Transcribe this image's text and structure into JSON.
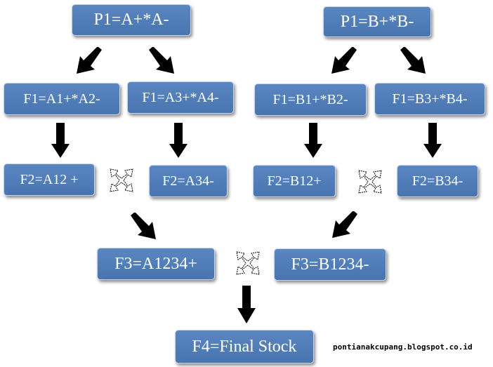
{
  "left_tree": {
    "p1": "P1=A+*A-",
    "f1_a": "F1=A1+*A2-",
    "f1_b": "F1=A3+*A4-",
    "f2_a": "F2=A12 +",
    "f2_b": "F2=A34-",
    "f3": "F3=A1234+"
  },
  "right_tree": {
    "p1": "P1=B+*B-",
    "f1_a": "F1=B1+*B2-",
    "f1_b": "F1=B3+*B4-",
    "f2_a": "F2=B12+",
    "f2_b": "F2=B34-",
    "f3": "F3=B1234-"
  },
  "f4": "F4=Final Stock",
  "watermark": "pontianakcupang.blogspot.co.id",
  "colors": {
    "box": "#4f7dba",
    "arrow": "#000000",
    "cross_outline": "#000000"
  },
  "icons": [
    "arrow-down",
    "arrow-down-left",
    "arrow-down-right",
    "cross-icon"
  ]
}
